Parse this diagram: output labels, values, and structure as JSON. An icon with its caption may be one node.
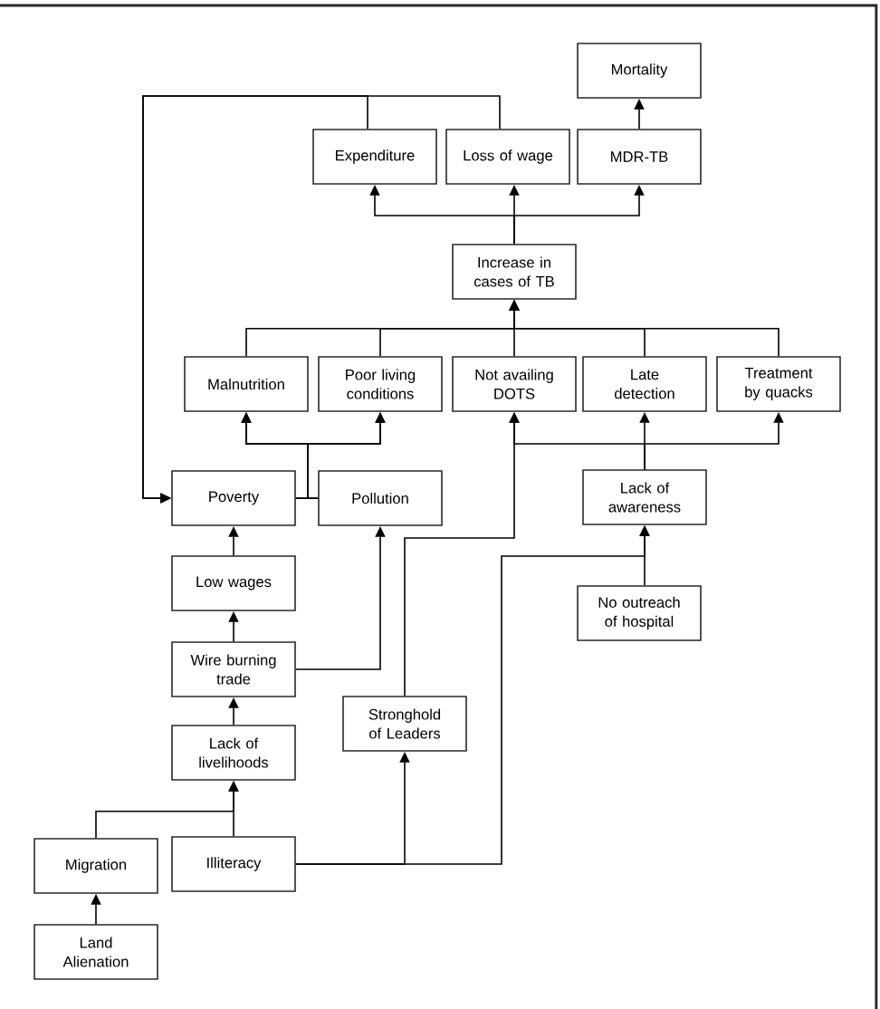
{
  "diagram": {
    "nodes": [
      {
        "text": [
          "Mortality"
        ]
      },
      {
        "text": [
          "Expenditure"
        ]
      },
      {
        "text": [
          "Loss of wage"
        ]
      },
      {
        "text": [
          "MDR-TB"
        ]
      },
      {
        "text": [
          "Increase in cases of TB"
        ]
      },
      {
        "text": [
          "Malnutrition"
        ]
      },
      {
        "text": [
          "Poor living conditions"
        ]
      },
      {
        "text": [
          "Not availing DOTS"
        ]
      },
      {
        "text": [
          "Late detection"
        ]
      },
      {
        "text": [
          "Treatment by quacks"
        ]
      },
      {
        "text": [
          "Poverty"
        ]
      },
      {
        "text": [
          "Pollution"
        ]
      },
      {
        "text": [
          "Lack of awareness"
        ]
      },
      {
        "text": [
          "Low wages"
        ]
      },
      {
        "text": [
          "No outreach of hospital"
        ]
      },
      {
        "text": [
          "Wire burning trade"
        ]
      },
      {
        "text": [
          "Stronghold of Leaders"
        ]
      },
      {
        "text": [
          "Lack of livelihoods"
        ]
      },
      {
        "text": [
          "Migration"
        ]
      },
      {
        "text": [
          "Illiteracy"
        ]
      },
      {
        "text": [
          "Land Alienation"
        ]
      }
    ],
    "edges": [
      {
        "from": 3,
        "to": 0,
        "arrow": "to"
      },
      {
        "from": 4,
        "to": 1,
        "arrow": "to"
      },
      {
        "from": 4,
        "to": 2,
        "arrow": "to"
      },
      {
        "from": 4,
        "to": 3,
        "arrow": "to"
      },
      {
        "from": 1,
        "to": 10,
        "arrow": "to"
      },
      {
        "from": 2,
        "to": 10,
        "arrow": "to"
      },
      {
        "from": 5,
        "to": 4,
        "arrow": "to"
      },
      {
        "from": 6,
        "to": 4,
        "arrow": "to"
      },
      {
        "from": 7,
        "to": 4,
        "arrow": "to"
      },
      {
        "from": 8,
        "to": 4,
        "arrow": "to"
      },
      {
        "from": 9,
        "to": 4,
        "arrow": "to"
      },
      {
        "from": 10,
        "to": 5,
        "arrow": "to"
      },
      {
        "from": 10,
        "to": 6,
        "arrow": "to"
      },
      {
        "from": 11,
        "to": 5,
        "arrow": "to"
      },
      {
        "from": 11,
        "to": 6,
        "arrow": "to"
      },
      {
        "from": 12,
        "to": 7,
        "arrow": "to"
      },
      {
        "from": 12,
        "to": 8,
        "arrow": "to"
      },
      {
        "from": 12,
        "to": 9,
        "arrow": "to"
      },
      {
        "from": 16,
        "to": 7,
        "arrow": "to"
      },
      {
        "from": 13,
        "to": 10,
        "arrow": "to"
      },
      {
        "from": 15,
        "to": 13,
        "arrow": "to"
      },
      {
        "from": 15,
        "to": 11,
        "arrow": "to"
      },
      {
        "from": 14,
        "to": 12,
        "arrow": "to"
      },
      {
        "from": 19,
        "to": 12,
        "arrow": "to"
      },
      {
        "from": 19,
        "to": 16,
        "arrow": "to"
      },
      {
        "from": 17,
        "to": 15,
        "arrow": "to"
      },
      {
        "from": 18,
        "to": 17,
        "arrow": "to"
      },
      {
        "from": 19,
        "to": 17,
        "arrow": "to"
      },
      {
        "from": 20,
        "to": 18,
        "arrow": "to"
      }
    ]
  }
}
